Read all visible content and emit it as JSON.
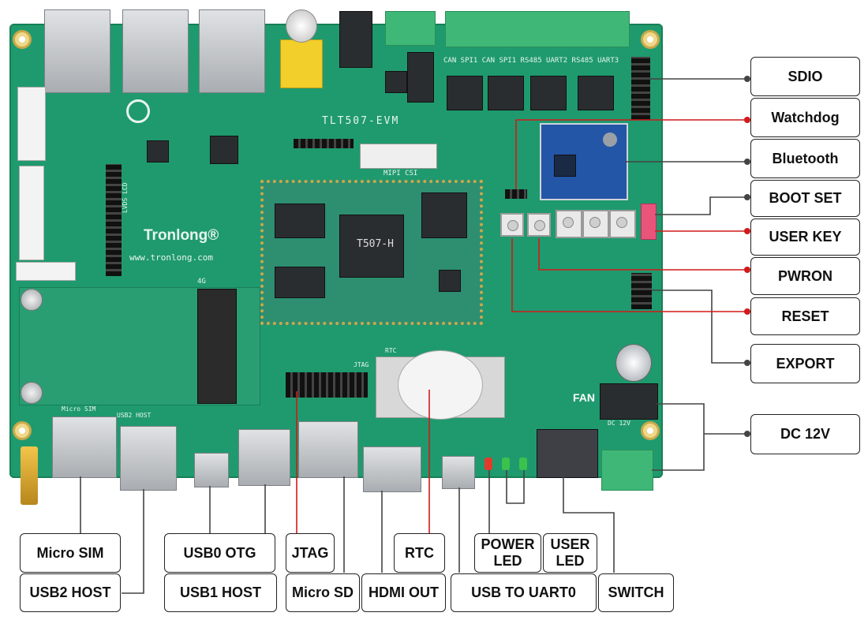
{
  "board": {
    "model": "TLT507-EVM",
    "brand": "Tronlong®",
    "website": "www.tronlong.com",
    "som_part": "T507-H",
    "fan_text": "FAN",
    "silkscreen": {
      "mipi": "MIPI CSI",
      "jtag": "JTAG",
      "rtc": "RTC",
      "lvds": "LVDS LCD",
      "usb2": "USB2 HOST",
      "micro_sim": "Micro SIM",
      "dc": "DC 12V",
      "uart_row": "CAN  SPI1  CAN  SPI1  RS485 UART2 RS485 UART3",
      "fourg": "4G"
    }
  },
  "callouts": {
    "right": [
      {
        "name": "sdio",
        "text": "SDIO"
      },
      {
        "name": "watchdog",
        "text": "Watchdog"
      },
      {
        "name": "bluetooth",
        "text": "Bluetooth"
      },
      {
        "name": "boot-set",
        "text": "BOOT SET"
      },
      {
        "name": "user-key",
        "text": "USER KEY"
      },
      {
        "name": "pwron",
        "text": "PWRON"
      },
      {
        "name": "reset",
        "text": "RESET"
      },
      {
        "name": "export",
        "text": "EXPORT"
      },
      {
        "name": "dc-12v",
        "text": "DC 12V"
      }
    ],
    "bottom": [
      {
        "name": "micro-sim",
        "text": "Micro SIM"
      },
      {
        "name": "usb0-otg",
        "text": "USB0 OTG"
      },
      {
        "name": "jtag",
        "text": "JTAG"
      },
      {
        "name": "rtc",
        "text": "RTC"
      },
      {
        "name": "power-led",
        "text": "POWER\nLED"
      },
      {
        "name": "user-led",
        "text": "USER\nLED"
      },
      {
        "name": "usb2-host",
        "text": "USB2 HOST"
      },
      {
        "name": "usb1-host",
        "text": "USB1 HOST"
      },
      {
        "name": "micro-sd",
        "text": "Micro SD"
      },
      {
        "name": "hdmi-out",
        "text": "HDMI OUT"
      },
      {
        "name": "usb-to-uart0",
        "text": "USB TO UART0"
      },
      {
        "name": "switch",
        "text": "SWITCH"
      }
    ]
  },
  "colors": {
    "board_green": "#1f9a6e",
    "leader_line": "#444444",
    "highlight_line": "#d11a1a",
    "label_border": "#222222"
  }
}
